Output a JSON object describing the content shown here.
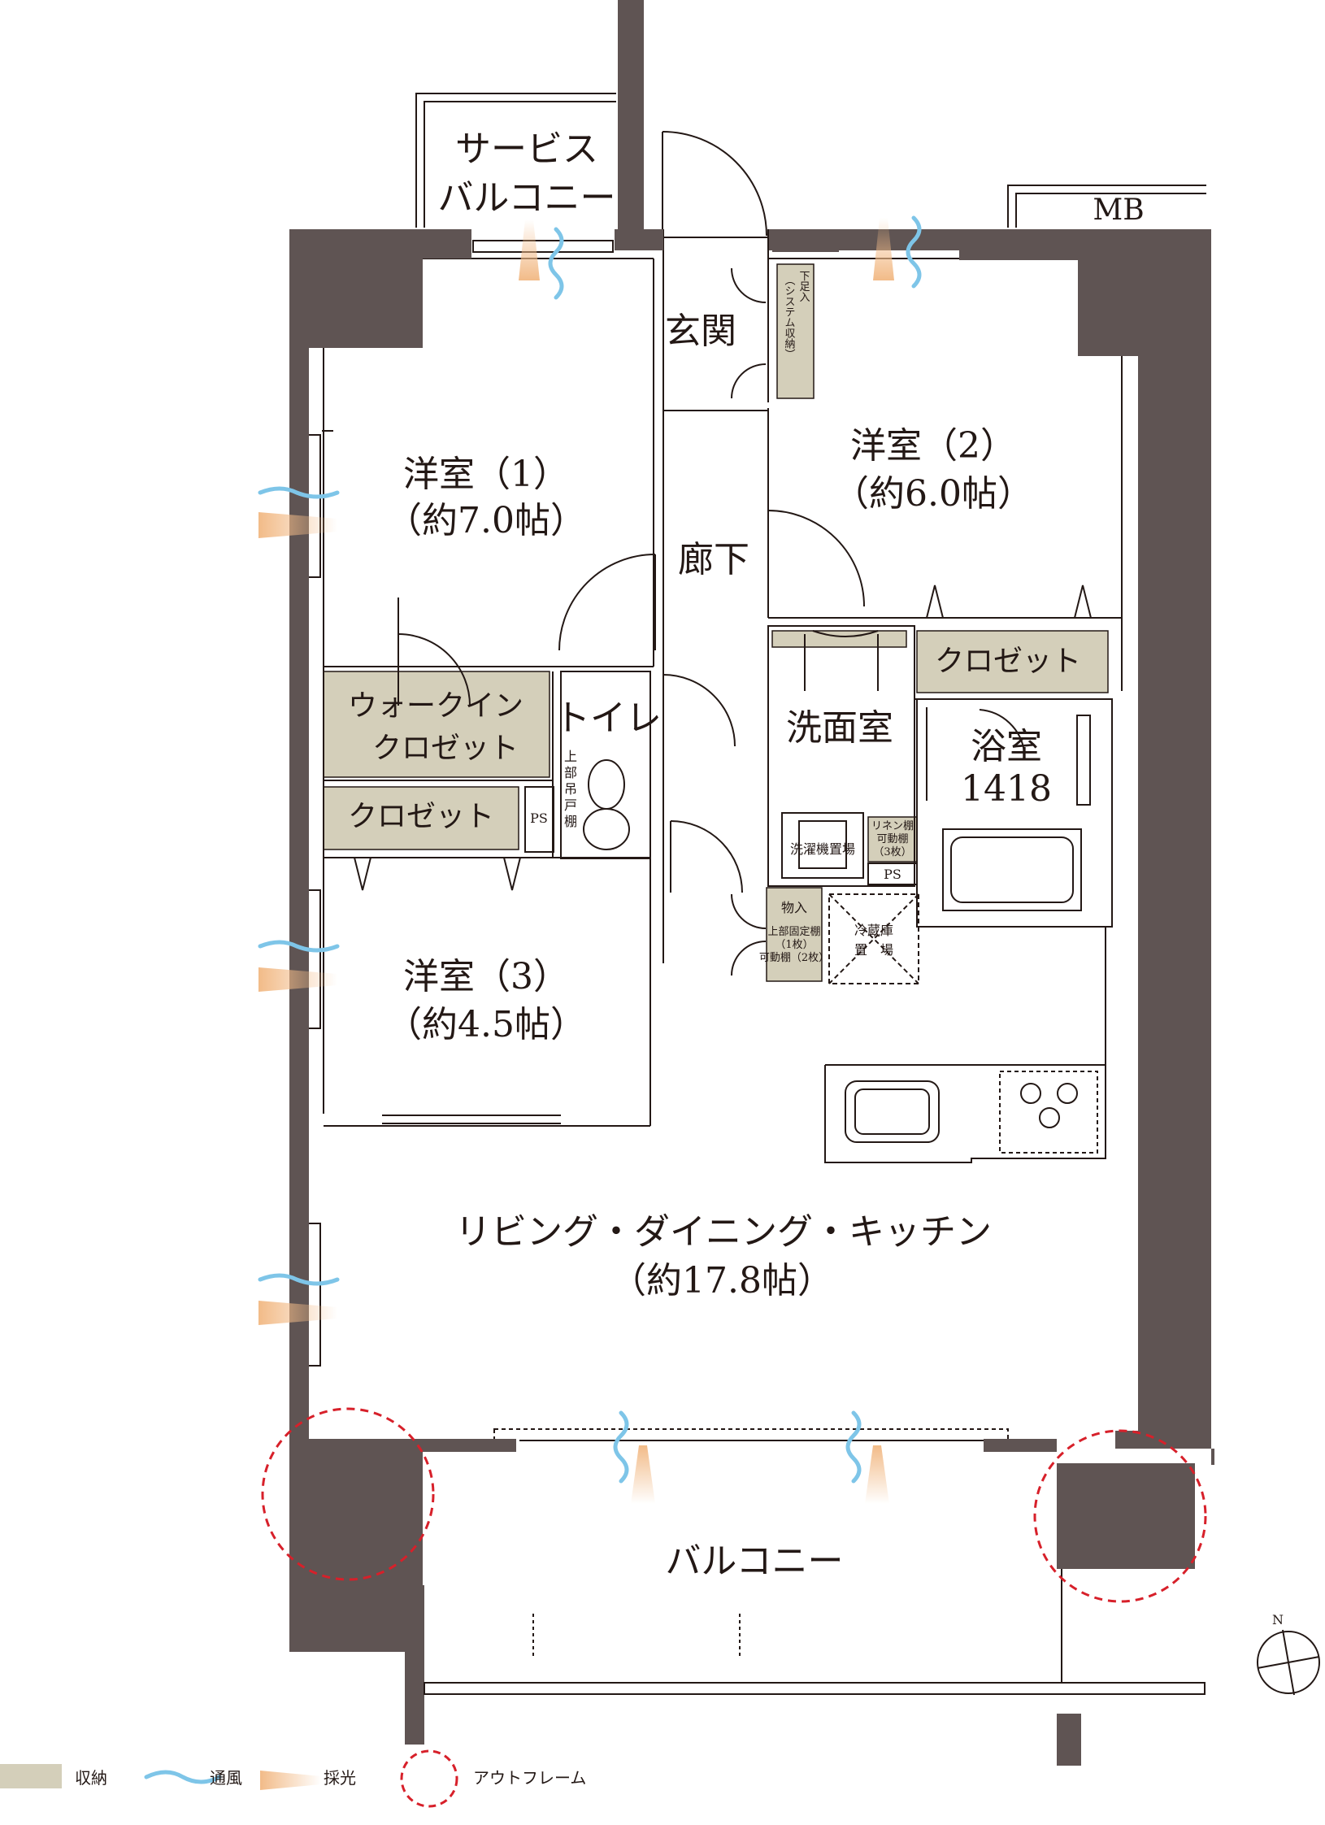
{
  "rooms": {
    "service_balcony": [
      "サービス",
      "バルコニー"
    ],
    "entrance": "玄関",
    "mb": "MB",
    "geta_storage": [
      "下足入",
      "（システム収納）"
    ],
    "western1": [
      "洋室（1）",
      "（約7.0帖）"
    ],
    "western2": [
      "洋室（2）",
      "（約6.0帖）"
    ],
    "western3": [
      "洋室（3）",
      "（約4.5帖）"
    ],
    "hallway": "廊下",
    "walkin": [
      "ウォークイン",
      "クロゼット"
    ],
    "closet_a": "クロゼット",
    "closet_b": "クロゼット",
    "toilet": "トイレ",
    "toilet_shelf": [
      "上",
      "部",
      "吊",
      "戸",
      "棚"
    ],
    "ps1": "PS",
    "ps2": "PS",
    "washroom": "洗面室",
    "bathroom": [
      "浴室",
      "1418"
    ],
    "washer": "洗濯機置場",
    "linen": [
      "リネン棚",
      "可動棚",
      "（3枚）"
    ],
    "storage": [
      "物入",
      "上部固定棚",
      "（1枚）",
      "可動棚（2枚）"
    ],
    "fridge": [
      "冷蔵庫",
      "置　場"
    ],
    "ldk": [
      "リビング・ダイニング・キッチン",
      "（約17.8帖）"
    ],
    "balcony": "バルコニー",
    "compass": "N"
  },
  "legend": [
    {
      "label": "収納",
      "icon": "storage-swatch"
    },
    {
      "label": "通風",
      "icon": "wind-icon"
    },
    {
      "label": "採光",
      "icon": "light-icon"
    },
    {
      "label": "アウトフレーム",
      "icon": "outframe-icon"
    }
  ],
  "colors": {
    "wall": "#5f5453",
    "storage": "#d4cfba",
    "wind": "#7ec5e8",
    "light": "#f2bb88",
    "outframe": "#d7202a",
    "line": "#231815"
  }
}
